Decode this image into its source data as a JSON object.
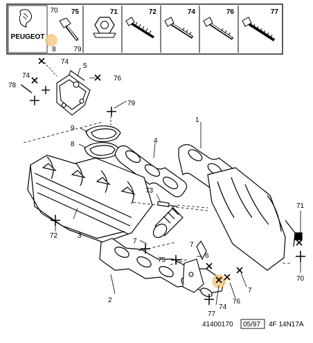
{
  "brand": {
    "name": "PEUGEOT",
    "accent": "#f6c98a"
  },
  "header_parts": [
    "75",
    "71",
    "72",
    "74",
    "76",
    "77"
  ],
  "header_cut": [
    "70",
    "8",
    "79"
  ],
  "callouts": {
    "c1": "1",
    "c2": "2",
    "c3": "3",
    "c4": "4",
    "c5": "5",
    "c6": "6",
    "c7a": "7",
    "c7b": "7",
    "c7c": "7",
    "c8": "8",
    "c9": "9",
    "c70": "70",
    "c71": "71",
    "c72": "72",
    "c73": "73",
    "c74a": "74",
    "c74b": "74",
    "c74c": "74",
    "c75": "75",
    "c76a": "76",
    "c76b": "76",
    "c77": "77",
    "c78": "78",
    "c79": "79"
  },
  "footer": {
    "ref": "41400170",
    "date": "05/97",
    "code": "4F 14N17A"
  },
  "colors": {
    "ink": "#000000",
    "highlight": "#f6c98a"
  }
}
